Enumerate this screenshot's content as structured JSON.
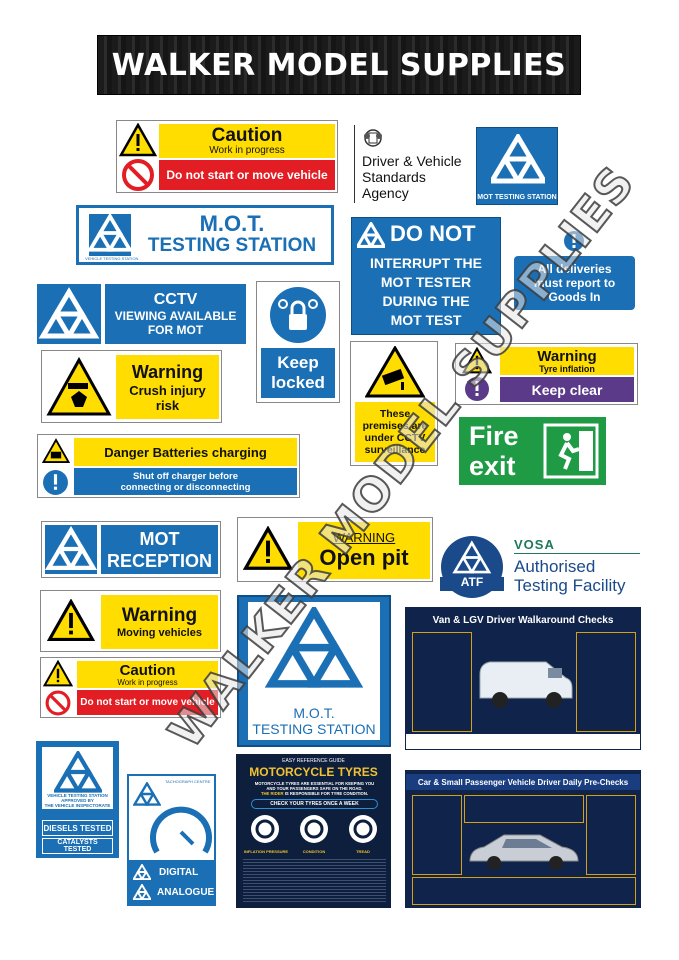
{
  "header": {
    "title": "WALKER MODEL SUPPLIES"
  },
  "colors": {
    "mot_blue": "#1a6fb5",
    "warning_yellow": "#ffdd00",
    "prohibition_red": "#e31d24",
    "fire_green": "#1f9a45",
    "dark_navy": "#10234a"
  },
  "signs": {
    "caution_top": {
      "title": "Caution",
      "sub": "Work in progress",
      "prohibit": "Do not start or move vehicle"
    },
    "dvsa": {
      "line1": "Driver & Vehicle",
      "line2": "Standards",
      "line3": "Agency"
    },
    "mot_station_small": {
      "label": "MOT TESTING STATION"
    },
    "mot_banner": {
      "line1": "M.O.T.",
      "line2": "TESTING STATION",
      "icon_caption": "VEHICLE TESTING STATION"
    },
    "do_not": {
      "line1": "DO NOT",
      "line2": "INTERRUPT THE",
      "line3": "MOT TESTER",
      "line4": "DURING THE",
      "line5": "MOT TEST"
    },
    "deliveries": {
      "line1": "All deliveries",
      "line2": "must report to",
      "line3": "Goods In"
    },
    "cctv_mot": {
      "line1": "CCTV",
      "line2": "VIEWING AVAILABLE",
      "line3": "FOR MOT"
    },
    "keep_locked": {
      "line1": "Keep",
      "line2": "locked"
    },
    "warning_crush": {
      "title": "Warning",
      "sub1": "Crush injury",
      "sub2": "risk"
    },
    "cctv_premises": {
      "line1": "These",
      "line2": "premises are",
      "line3": "under CCTV",
      "line4": "surveillance"
    },
    "tyre_inflation": {
      "title": "Warning",
      "sub": "Tyre inflation",
      "mandatory": "Keep clear"
    },
    "fire_exit": {
      "line1": "Fire",
      "line2": "exit"
    },
    "batteries": {
      "title": "Danger Batteries charging",
      "line1": "Shut off charger before",
      "line2": "connecting or disconnecting"
    },
    "mot_reception": {
      "line1": "MOT",
      "line2": "RECEPTION"
    },
    "open_pit": {
      "title": "WARNING",
      "sub": "Open pit"
    },
    "atf": {
      "brand": "VOSA",
      "badge": "ATF",
      "line1": "Authorised",
      "line2": "Testing Facility"
    },
    "moving_vehicles": {
      "title": "Warning",
      "sub": "Moving vehicles"
    },
    "mot_station_large": {
      "line1": "M.O.T.",
      "line2": "TESTING STATION"
    },
    "caution_bottom": {
      "title": "Caution",
      "sub": "Work in progress",
      "prohibit": "Do not start or move vehicle"
    },
    "van_checks": {
      "title": "Van & LGV Driver Walkaround Checks"
    },
    "vehicle_station": {
      "caption1": "VEHICLE TESTING STATION",
      "caption2": "APPROVED BY",
      "caption3": "THE VEHICLE INSPECTORATE",
      "band1": "DIESELS TESTED",
      "band2": "CATALYSTS TESTED"
    },
    "tacho": {
      "top": "TACHOGRAPH CENTRE",
      "band1": "DIGITAL",
      "band2": "ANALOGUE"
    },
    "moto": {
      "guide": "EASY REFERENCE GUIDE",
      "title": "MOTORCYCLE TYRES",
      "para1": "MOTORCYCLE TYRES ARE ESSENTIAL FOR KEEPING YOU",
      "para2": "AND YOUR PASSENGERS SAFE ON THE ROAD.",
      "para3a": "THE RIDER",
      "para3b": " IS RESPONSIBLE FOR TYRE CONDITION.",
      "check": "CHECK YOUR TYRES ONCE A WEEK",
      "c1": "INFLATION PRESSURE",
      "c2": "CONDITION",
      "c3": "TREAD"
    },
    "car_checks": {
      "title": "Car & Small Passenger Vehicle Driver Daily Pre-Checks"
    }
  },
  "watermark": {
    "text": "WALKER MODEL SUPPLIES"
  }
}
